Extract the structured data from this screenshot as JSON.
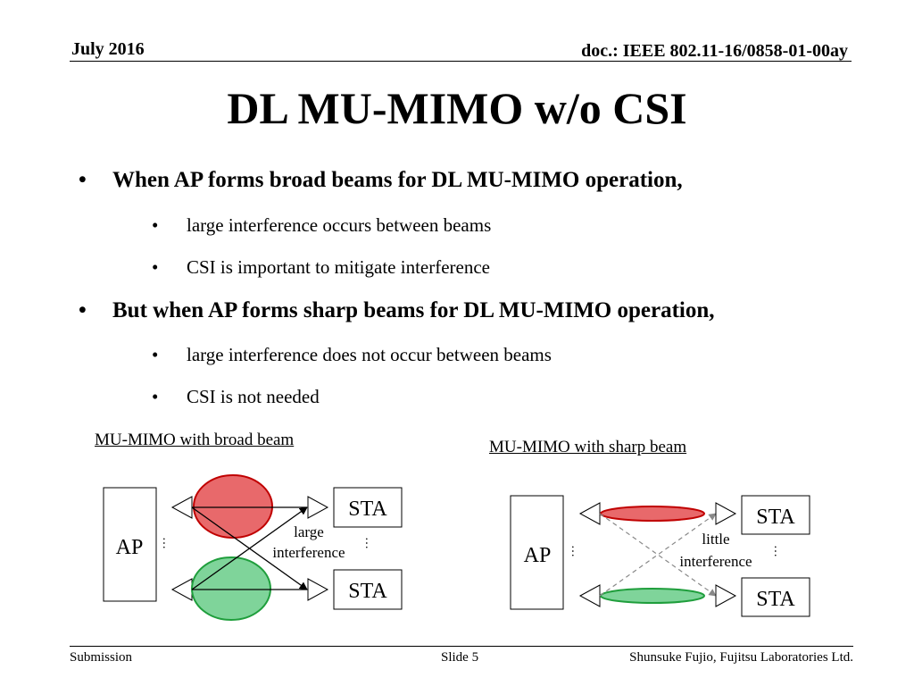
{
  "header": {
    "date": "July 2016",
    "doc": "doc.: IEEE 802.11-16/0858-01-00ay"
  },
  "title": "DL MU-MIMO w/o CSI",
  "bullets": [
    {
      "text": "When AP forms broad beams for DL MU-MIMO operation,",
      "sub": [
        "large interference occurs between beams",
        "CSI is important to mitigate interference"
      ]
    },
    {
      "text": "But when AP forms sharp beams for DL MU-MIMO operation,",
      "sub": [
        "large interference does not occur between beams",
        "CSI is not needed"
      ]
    }
  ],
  "bullet_symbol": "•",
  "diagrams": {
    "broad": {
      "caption": "MU-MIMO with broad beam",
      "ap_label": "AP",
      "sta_top": "STA",
      "sta_bottom": "STA",
      "interference_line1": "large",
      "interference_line2": "interference",
      "beam_colors": {
        "top": "#e8696b",
        "bottom": "#7fd49a"
      }
    },
    "sharp": {
      "caption": "MU-MIMO with sharp beam",
      "ap_label": "AP",
      "sta_top": "STA",
      "sta_bottom": "STA",
      "interference_line1": "little",
      "interference_line2": "interference",
      "beam_colors": {
        "top": "#e8696b",
        "bottom": "#7fd49a"
      }
    }
  },
  "footer": {
    "left": "Submission",
    "center": "Slide 5",
    "right": "Shunsuke Fujio, Fujitsu Laboratories Ltd."
  }
}
